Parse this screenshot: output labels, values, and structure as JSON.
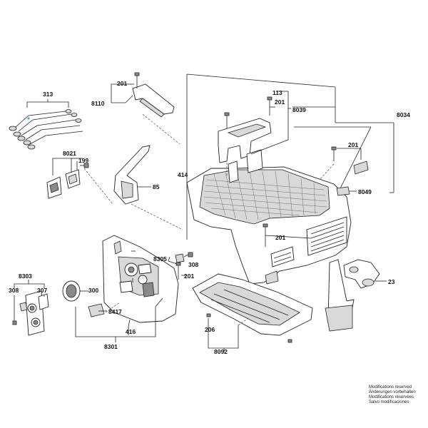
{
  "labels": {
    "l313": "313",
    "l201a": "201",
    "l8110": "8110",
    "l8021": "8021",
    "l199": "199",
    "l85": "85",
    "l414": "414",
    "l113": "113",
    "l201b": "201",
    "l8039": "8039",
    "l8034": "8034",
    "l201c": "201",
    "l8049": "8049",
    "l201d": "201",
    "l23": "23",
    "l8305": "8305",
    "l308a": "308",
    "l201e": "201",
    "l8303": "8303",
    "l308b": "308",
    "l307": "307",
    "l300": "300",
    "l8417": "8417",
    "l416": "416",
    "l8301": "8301",
    "l206": "206",
    "l8092": "8092"
  },
  "notes": [
    "Modifications reserved",
    "Änderungen vorbehalten",
    "Modifications réservées",
    "Salvo modificaciones"
  ]
}
